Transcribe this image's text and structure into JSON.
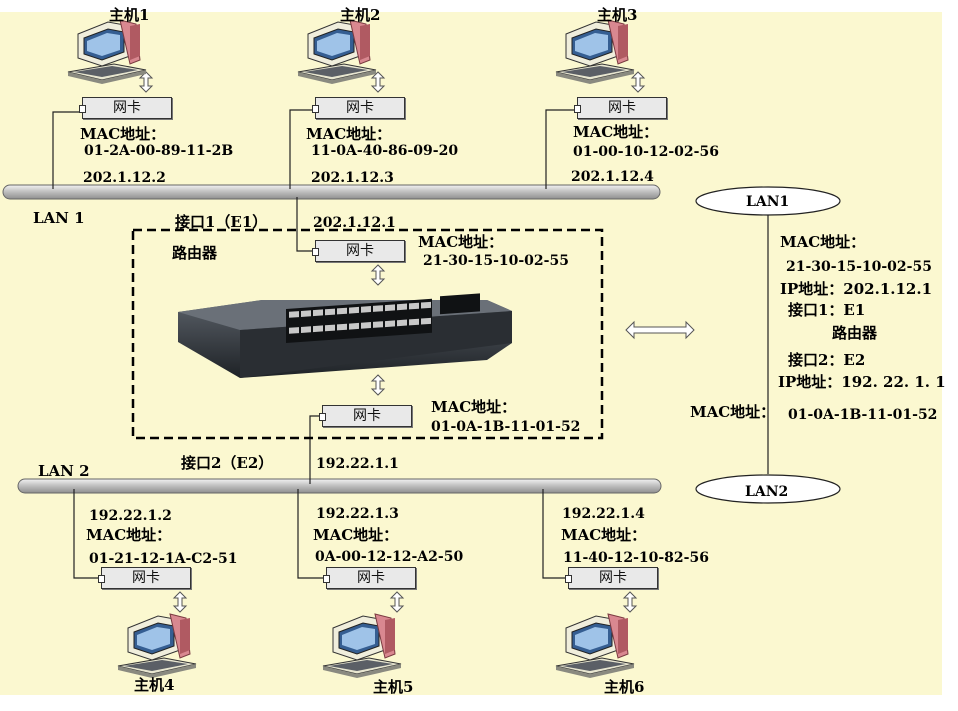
{
  "hosts": [
    {
      "name": "主机1",
      "mac_label": "MAC地址：",
      "mac": "01-2A-00-89-11-2B",
      "ip": "202.1.12.2"
    },
    {
      "name": "主机2",
      "mac_label": "MAC地址：",
      "mac": "11-0A-40-86-09-20",
      "ip": "202.1.12.3"
    },
    {
      "name": "主机3",
      "mac_label": "MAC地址：",
      "mac": "01-00-10-12-02-56",
      "ip": "202.1.12.4"
    },
    {
      "name": "主机4",
      "mac_label": "MAC地址：",
      "mac": "01-21-12-1A-C2-51",
      "ip": "192.22.1.2"
    },
    {
      "name": "主机5",
      "mac_label": "MAC地址：",
      "mac": "0A-00-12-12-A2-50",
      "ip": "192.22.1.3"
    },
    {
      "name": "主机6",
      "mac_label": "MAC地址：",
      "mac": "11-40-12-10-82-56",
      "ip": "192.22.1.4"
    }
  ],
  "nic_label": "网卡",
  "lan1": {
    "label": "LAN  1"
  },
  "lan2": {
    "label": "LAN  2"
  },
  "router": {
    "title": "路由器",
    "iface1": {
      "label": "接口1（E1）",
      "ip": "202.1.12.1",
      "mac_label": "MAC地址：",
      "mac": "21-30-15-10-02-55"
    },
    "iface2": {
      "label": "接口2（E2）",
      "ip": "192.22.1.1",
      "mac_label": "MAC地址：",
      "mac": "01-0A-1B-11-01-52"
    }
  },
  "logical": {
    "lan1": "LAN1",
    "lan2": "LAN2",
    "mac1_label": "MAC地址：",
    "mac1": "21-30-15-10-02-55",
    "ip1": "IP地址：202.1.12.1",
    "iface1": "接口1：E1",
    "router": "路由器",
    "iface2": "接口2：E2",
    "ip2": "IP地址：192. 22. 1. 1",
    "mac2_label": "MAC地址：",
    "mac2": "01-0A-1B-11-01-52"
  },
  "colors": {
    "background": "#fbf8d0",
    "bus": "#cfcfcf",
    "nic": "#e9e9e9"
  }
}
